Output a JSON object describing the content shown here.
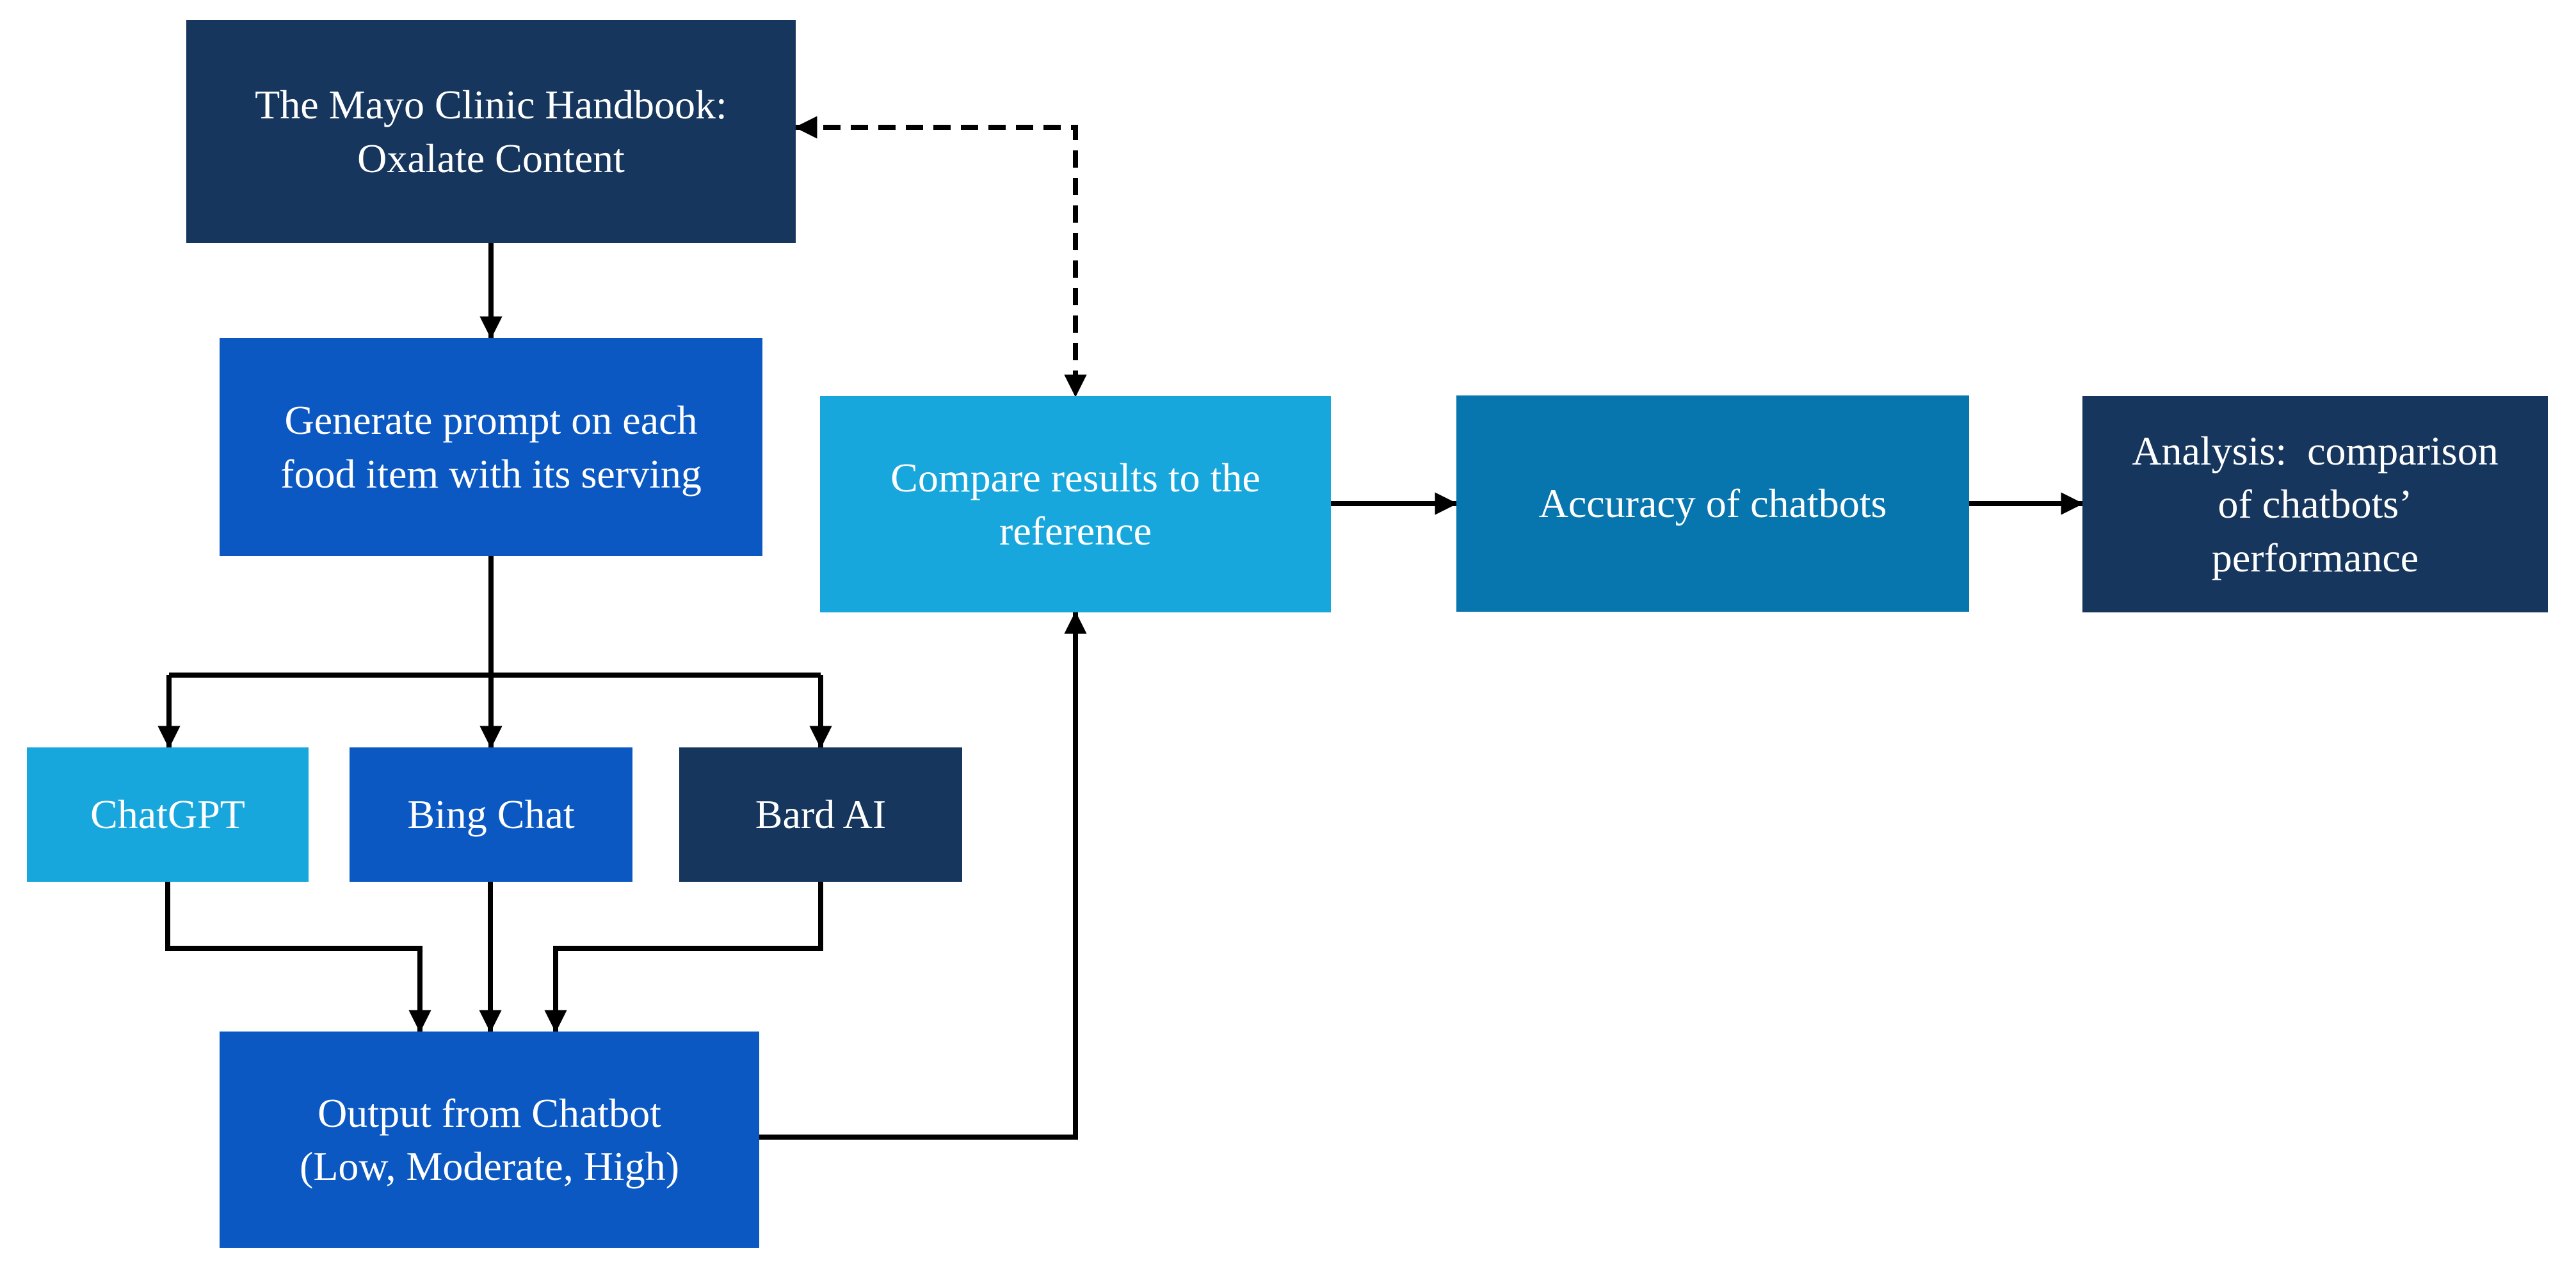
{
  "colors": {
    "navy": "#16365D",
    "blue": "#0B58C2",
    "cyan": "#18A7DD",
    "teal": "#0876AE",
    "arrow": "#000000",
    "background": "#FFFFFF"
  },
  "nodes": {
    "reference": {
      "label": "The Mayo Clinic Handbook:\nOxalate Content",
      "color": "navy"
    },
    "generate_prompt": {
      "label": "Generate prompt on each\nfood item with its serving",
      "color": "blue"
    },
    "chatgpt": {
      "label": "ChatGPT",
      "color": "cyan"
    },
    "bing_chat": {
      "label": "Bing Chat",
      "color": "blue"
    },
    "bard_ai": {
      "label": "Bard AI",
      "color": "navy"
    },
    "output": {
      "label": "Output from Chatbot\n(Low, Moderate, High)",
      "color": "blue"
    },
    "compare": {
      "label": "Compare results to the\nreference",
      "color": "cyan"
    },
    "accuracy": {
      "label": "Accuracy of chatbots",
      "color": "teal"
    },
    "analysis": {
      "label": "Analysis:  comparison\nof chatbots’\nperformance",
      "color": "navy"
    }
  }
}
